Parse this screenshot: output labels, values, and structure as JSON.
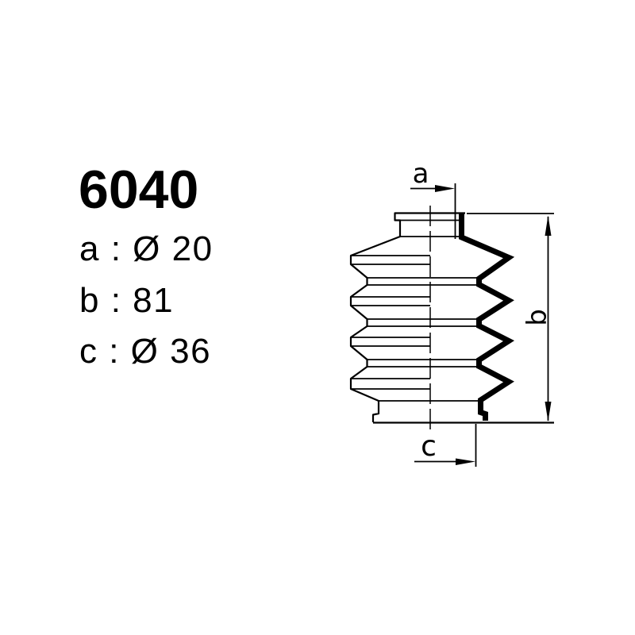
{
  "page": {
    "background_color": "#ffffff",
    "ink_color": "#000000"
  },
  "part": {
    "number": "6040",
    "specs": [
      {
        "key": "a",
        "text": "a : Ø 20"
      },
      {
        "key": "b",
        "text": "b : 81"
      },
      {
        "key": "c",
        "text": "c : Ø 36"
      }
    ]
  },
  "drawing": {
    "dimension_labels": {
      "a": "a",
      "b": "b",
      "c": "c"
    }
  }
}
